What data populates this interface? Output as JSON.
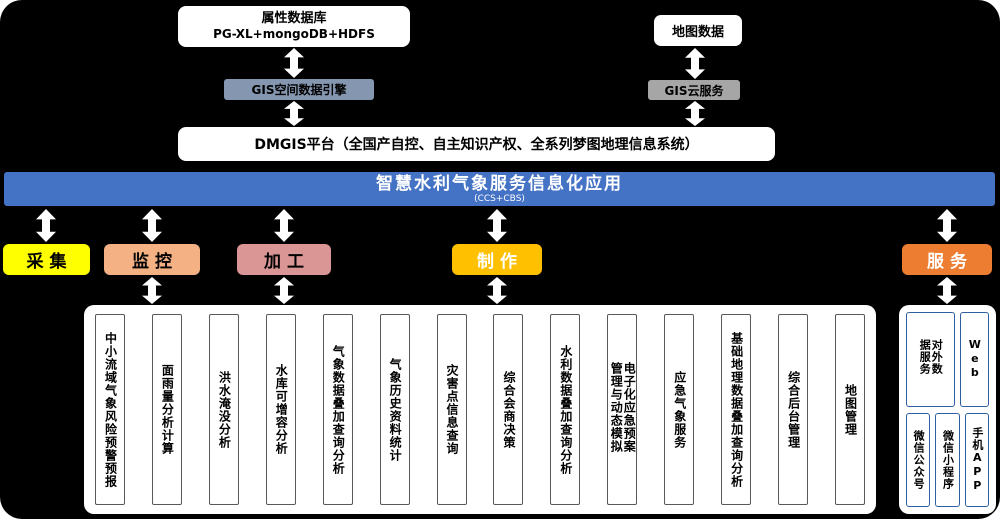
{
  "palette": {
    "background": "#000000",
    "banner_blue": "#4472c4",
    "gis_engine_bg": "#8496b0",
    "gis_cloud_bg": "#a6a6a6",
    "stage_colors": [
      "#ffff00",
      "#f4b183",
      "#d99694",
      "#ffc000",
      "#ed7d31"
    ]
  },
  "top": {
    "attr_db_title": "属性数据库",
    "attr_db_subtitle": "PG-XL+mongoDB+HDFS",
    "map_data": "地图数据",
    "gis_engine": "GIS空间数据引擎",
    "gis_cloud": "GIS云服务",
    "dmgis": "DMGIS平台（全国产自控、自主知识产权、全系列梦图地理信息系统）"
  },
  "app_bar": {
    "title": "智慧水利气象服务信息化应用",
    "subtitle": "(CCS+CBS)"
  },
  "stages": [
    {
      "label": "采集"
    },
    {
      "label": "监控"
    },
    {
      "label": "加工"
    },
    {
      "label": "制作"
    },
    {
      "label": "服务"
    }
  ],
  "modules": [
    "中小流域气象风险预警预报",
    "面雨量分析计算",
    "洪水淹没分析",
    "水库可增容分析",
    "气象数据叠加查询分析",
    "气象历史资料统计",
    "灾害点信息查询",
    "综合会商决策",
    "水利数据叠加查询分析",
    "电子化应急预案管理与动态模拟",
    "应急气象服务",
    "基础地理数据叠加查询分析",
    "综合后台管理",
    "地图管理"
  ],
  "services_panel": {
    "external_data": "对外数据服务",
    "web": "Web",
    "wechat_official": "微信公众号",
    "wechat_mini": "微信小程序",
    "mobile_app": "手机APP"
  }
}
